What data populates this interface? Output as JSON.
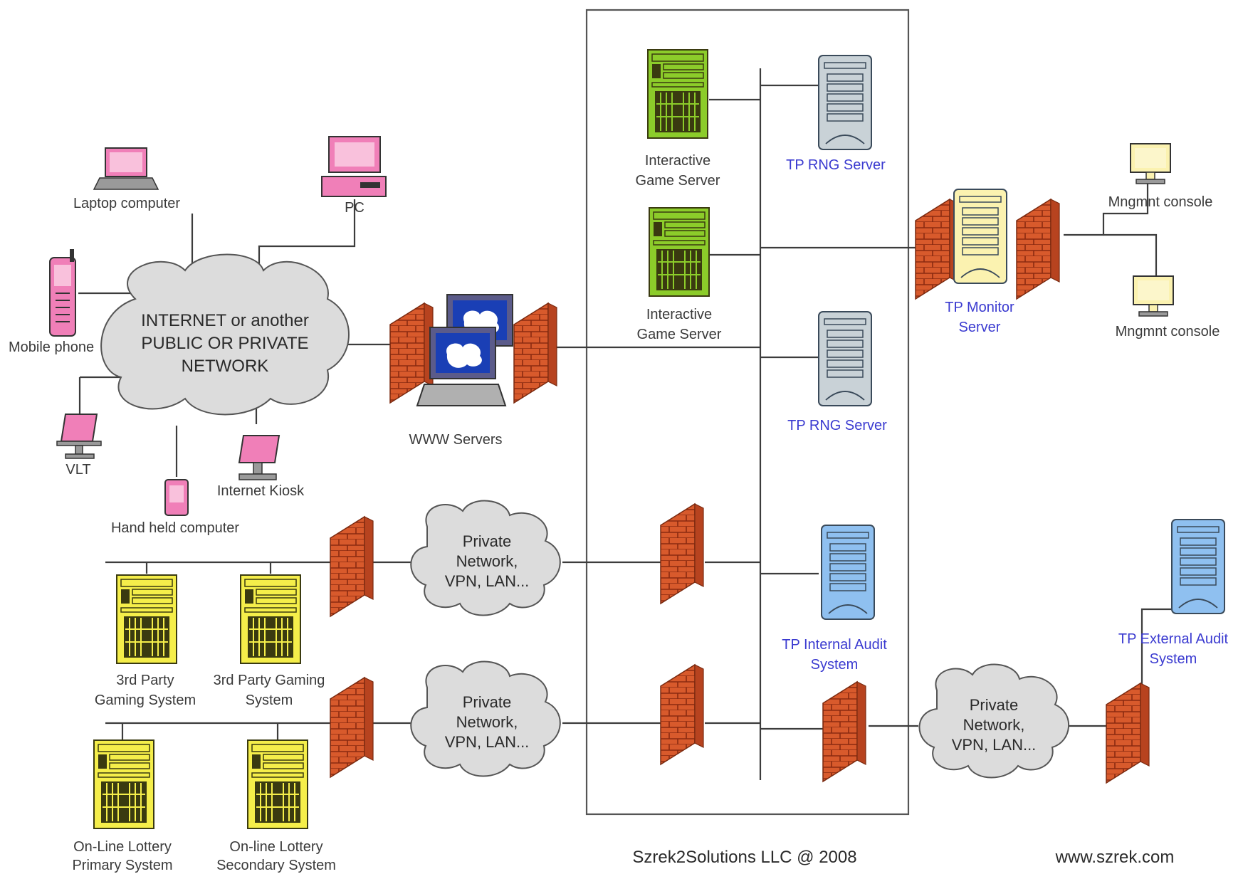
{
  "clients": {
    "laptop": "Laptop computer",
    "pc": "PC",
    "mobile": "Mobile phone",
    "vlt": "VLT",
    "kiosk": "Internet Kiosk",
    "handheld": "Hand held computer"
  },
  "internet_cloud": [
    "INTERNET or another",
    "PUBLIC OR PRIVATE",
    "NETWORK"
  ],
  "www_servers": "WWW Servers",
  "game_server_1": [
    "Interactive",
    "Game Server"
  ],
  "game_server_2": [
    "Interactive",
    "Game Server"
  ],
  "rng_server_1": "TP RNG Server",
  "rng_server_2": "TP RNG Server",
  "monitor_server": [
    "TP Monitor",
    "Server"
  ],
  "console_1": "Mngmnt console",
  "console_2": "Mngmnt console",
  "private_net_1": [
    "Private",
    "Network,",
    "VPN, LAN..."
  ],
  "private_net_2": [
    "Private",
    "Network,",
    "VPN, LAN..."
  ],
  "private_net_3": [
    "Private",
    "Network,",
    "VPN, LAN..."
  ],
  "internal_audit": [
    "TP Internal Audit",
    "System"
  ],
  "external_audit": [
    "TP External Audit",
    "System"
  ],
  "third_party_1": [
    "3rd Party",
    "Gaming System"
  ],
  "third_party_2": [
    "3rd Party Gaming",
    "System"
  ],
  "lottery_primary": [
    "On-Line Lottery",
    "Primary System"
  ],
  "lottery_secondary": [
    "On-line Lottery",
    "Secondary System"
  ],
  "footer": {
    "copyright": "Szrek2Solutions LLC @ 2008",
    "website": "www.szrek.com"
  },
  "colors": {
    "client_pink": "#f07fb8",
    "game_green": "#8ccc2a",
    "third_party_yellow": "#f5ee4a",
    "monitor_cream": "#fbf2b0",
    "audit_blue": "#8fc0f0",
    "rng_gray": "#c9d2d7",
    "firewall_brick": "#d9512a",
    "cloud_gray": "#dcdcdc",
    "label_blue": "#3a3ad0"
  }
}
